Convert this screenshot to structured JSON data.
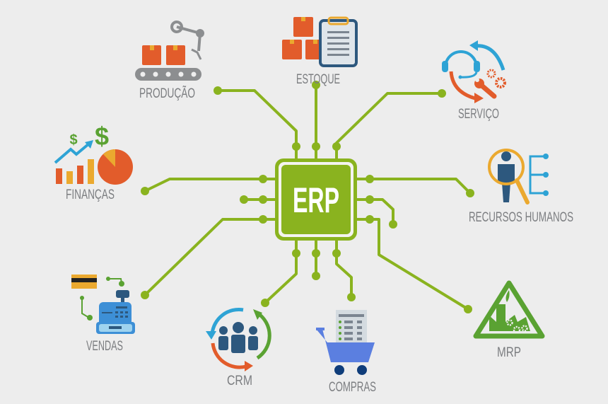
{
  "center": {
    "label": "ERP",
    "color": "#8ab31f"
  },
  "modules": [
    {
      "id": "producao",
      "label": "PRODUÇÃO",
      "icon": "conveyor-robot-icon"
    },
    {
      "id": "estoque",
      "label": "ESTOQUE",
      "icon": "boxes-clipboard-icon"
    },
    {
      "id": "servico",
      "label": "SERVIÇO",
      "icon": "headset-wrench-icon"
    },
    {
      "id": "financas",
      "label": "FINANÇAS",
      "icon": "finance-chart-icon"
    },
    {
      "id": "rh",
      "label": "RECURSOS HUMANOS",
      "icon": "person-search-icon"
    },
    {
      "id": "vendas",
      "label": "VENDAS",
      "icon": "cash-register-icon"
    },
    {
      "id": "crm",
      "label": "CRM",
      "icon": "people-cycle-icon"
    },
    {
      "id": "compras",
      "label": "COMPRAS",
      "icon": "shopping-cart-icon"
    },
    {
      "id": "mrp",
      "label": "MRP",
      "icon": "factory-icon"
    }
  ],
  "icon_glyphs": {
    "dollar": "$"
  },
  "colors": {
    "orange": "#e25c2b",
    "yellow": "#eba92f",
    "blue": "#2ea3d5",
    "navy": "#2d587e",
    "gray": "#8c8e90",
    "green": "#5aa232"
  }
}
